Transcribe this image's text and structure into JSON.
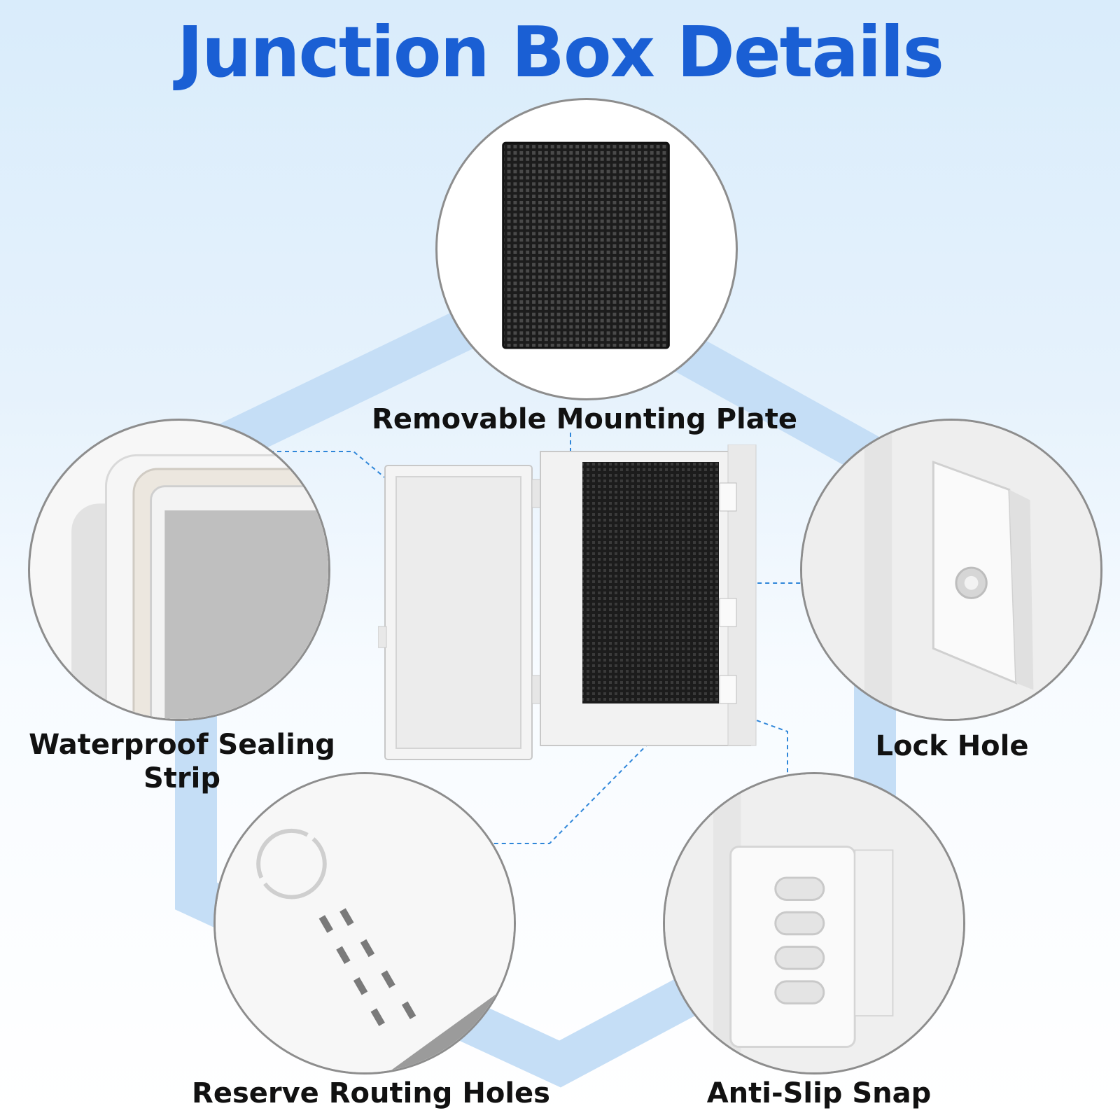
{
  "title": "Junction Box Details",
  "colors": {
    "accent": "#1a5fd4",
    "hexagon": "#c5def6",
    "callout_line": "#2f86d9",
    "plate": "#1c1c1c"
  },
  "features": {
    "mounting_plate": {
      "label": "Removable Mounting Plate"
    },
    "sealing_strip": {
      "label_line1": "Waterproof Sealing",
      "label_line2": "Strip"
    },
    "lock_hole": {
      "label": "Lock Hole"
    },
    "routing_holes": {
      "label": "Reserve Routing Holes"
    },
    "anti_slip": {
      "label": "Anti-Slip Snap"
    }
  }
}
